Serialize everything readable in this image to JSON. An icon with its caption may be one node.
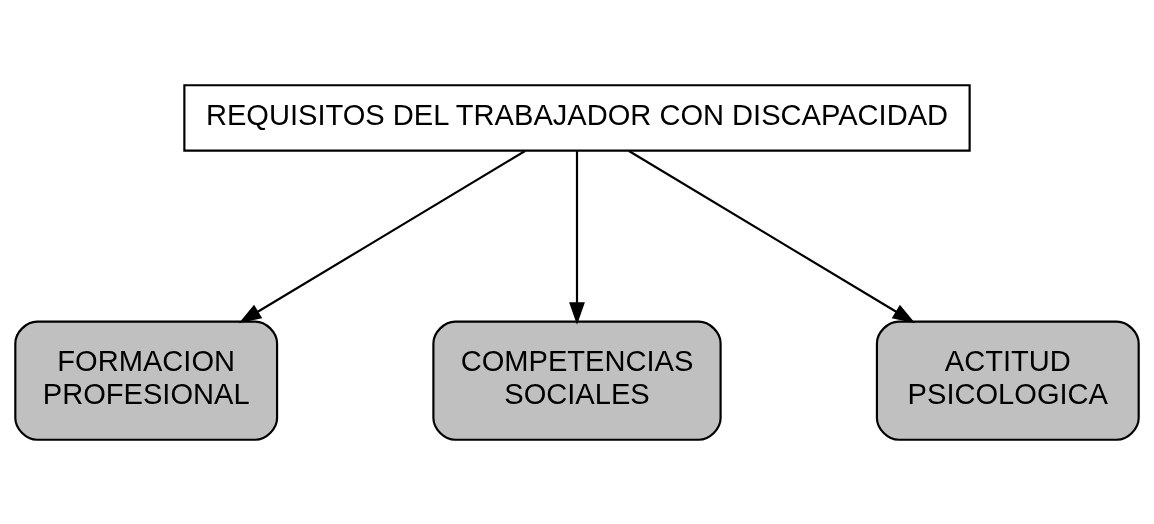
{
  "diagram": {
    "nodes": [
      {
        "text": [
          "REQUISITOS DEL TRABAJADOR CON DISCAPACIDAD"
        ]
      },
      {
        "text": [
          "FORMACION PROFESIONAL"
        ]
      },
      {
        "text": [
          "COMPETENCIAS SOCIALES"
        ]
      },
      {
        "text": [
          "ACTITUD PSICOLOGICA"
        ]
      }
    ],
    "edges": [
      {
        "from": 0,
        "to": 1,
        "arrow": "to"
      },
      {
        "from": 0,
        "to": 2,
        "arrow": "to"
      },
      {
        "from": 0,
        "to": 3,
        "arrow": "to"
      }
    ]
  }
}
